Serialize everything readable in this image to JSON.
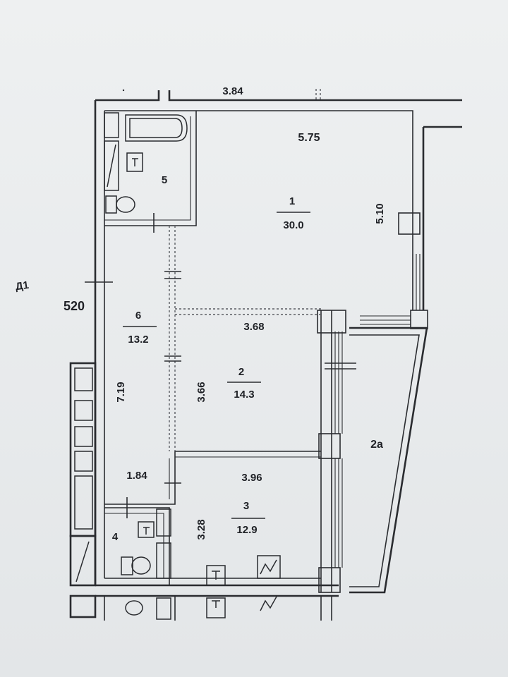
{
  "labels": {
    "top_dim": "3.84",
    "wing_label": "Д1",
    "side_dim": "520",
    "room1": {
      "number": "1",
      "area": "30.0",
      "width": "5.75",
      "height": "5.10"
    },
    "room2": {
      "number": "2",
      "area": "14.3",
      "width": "3.68",
      "height": "3.66"
    },
    "room2a": {
      "number": "2а"
    },
    "room3": {
      "number": "3",
      "area": "12.9",
      "width": "3.96",
      "height": "3.28"
    },
    "room4": {
      "number": "4"
    },
    "room5": {
      "number": "5"
    },
    "room6": {
      "number": "6",
      "area": "13.2",
      "height": "7.19",
      "width": "1.84"
    }
  },
  "colors": {
    "paper": "#e9ecee",
    "ink": "#2a2c30"
  }
}
